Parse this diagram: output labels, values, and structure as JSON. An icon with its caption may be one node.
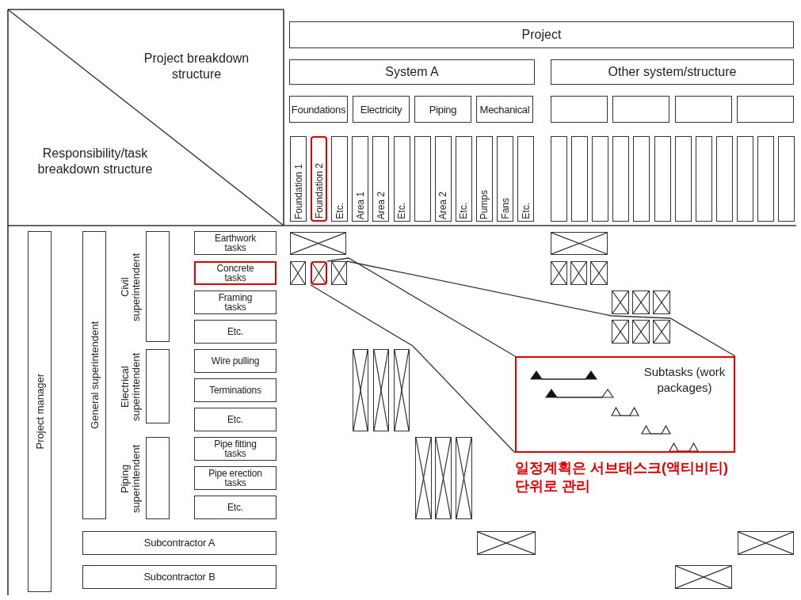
{
  "diagram": {
    "nodes": [
      {
        "text": [
          "Project"
        ]
      },
      {
        "text": [
          "System A"
        ]
      },
      {
        "text": [
          "Other system/structure"
        ]
      },
      {
        "text": [
          "Foundations"
        ]
      },
      {
        "text": [
          "Electricity"
        ]
      },
      {
        "text": [
          "Piping"
        ]
      },
      {
        "text": [
          "Mechanical"
        ]
      },
      {
        "text": [],
        "shape": "box"
      },
      {
        "text": [],
        "shape": "box"
      },
      {
        "text": [],
        "shape": "box"
      },
      {
        "text": [],
        "shape": "box"
      },
      {
        "text": [
          "Foundation 1"
        ]
      },
      {
        "text": [
          "Foundation 2"
        ]
      },
      {
        "text": [
          "Etc."
        ]
      },
      {
        "text": [
          "Area 1"
        ]
      },
      {
        "text": [
          "Area 2"
        ]
      },
      {
        "text": [
          "Etc."
        ]
      },
      {
        "text": [],
        "shape": "box"
      },
      {
        "text": [
          "Area 2"
        ]
      },
      {
        "text": [
          "Etc."
        ]
      },
      {
        "text": [
          "Pumps"
        ]
      },
      {
        "text": [
          "Fans"
        ]
      },
      {
        "text": [
          "Etc."
        ]
      },
      {
        "text": [],
        "shape": "box"
      },
      {
        "text": [],
        "shape": "box"
      },
      {
        "text": [],
        "shape": "box"
      },
      {
        "text": [],
        "shape": "box"
      },
      {
        "text": [],
        "shape": "box"
      },
      {
        "text": [],
        "shape": "box"
      },
      {
        "text": [],
        "shape": "box"
      },
      {
        "text": [],
        "shape": "box"
      },
      {
        "text": [],
        "shape": "box"
      },
      {
        "text": [],
        "shape": "box"
      },
      {
        "text": [],
        "shape": "box"
      },
      {
        "text": [],
        "shape": "box"
      },
      {
        "text": [
          "Project manager"
        ]
      },
      {
        "text": [
          "General superintendent"
        ]
      },
      {
        "text": [
          "Civil superintendent"
        ]
      },
      {
        "text": [
          "Earthwork tasks"
        ]
      },
      {
        "text": [
          "Concrete tasks"
        ]
      },
      {
        "text": [
          "Framing tasks"
        ]
      },
      {
        "text": [
          "Etc."
        ]
      },
      {
        "text": [
          "Electrical superintendent"
        ]
      },
      {
        "text": [
          "Wire pulling"
        ]
      },
      {
        "text": [
          "Terminations"
        ]
      },
      {
        "text": [
          "Etc."
        ]
      },
      {
        "text": [
          "Piping superintendent"
        ]
      },
      {
        "text": [
          "Pipe fitting tasks"
        ]
      },
      {
        "text": [
          "Pipe erection tasks"
        ]
      },
      {
        "text": [
          "Etc."
        ]
      },
      {
        "text": [
          "Subcontractor A"
        ]
      },
      {
        "text": [
          "Subcontractor B"
        ]
      },
      {
        "text": [],
        "shape": "box"
      },
      {
        "text": [],
        "shape": "box"
      },
      {
        "text": [],
        "shape": "box"
      },
      {
        "text": [],
        "shape": "box"
      },
      {
        "text": [],
        "shape": "box"
      },
      {
        "text": [],
        "shape": "box"
      },
      {
        "text": [],
        "shape": "box"
      },
      {
        "text": [],
        "shape": "box"
      },
      {
        "text": [],
        "shape": "box"
      },
      {
        "text": [],
        "shape": "box"
      },
      {
        "text": [],
        "shape": "box"
      },
      {
        "text": [],
        "shape": "box"
      },
      {
        "text": [],
        "shape": "box"
      },
      {
        "text": [],
        "shape": "box"
      },
      {
        "text": [],
        "shape": "box"
      },
      {
        "text": [],
        "shape": "box"
      },
      {
        "text": [],
        "shape": "box"
      },
      {
        "text": [],
        "shape": "box"
      },
      {
        "text": [],
        "shape": "box"
      },
      {
        "text": [],
        "shape": "box"
      },
      {
        "text": [],
        "shape": "box"
      },
      {
        "text": [],
        "shape": "box"
      },
      {
        "text": [],
        "shape": "box"
      },
      {
        "text": [
          "Subtasks (work packages)"
        ]
      }
    ],
    "edges": [
      {
        "from": 55,
        "to": 75,
        "arrow": "none"
      },
      {
        "from": 54,
        "to": 75,
        "arrow": "none"
      },
      {
        "from": 54,
        "to": 75,
        "arrow": "none"
      }
    ],
    "labels": [
      "Project breakdown structure",
      "Responsibility/task breakdown structure",
      "일정계획은 서브태스크(액티비티) 단위로 관리"
    ]
  }
}
